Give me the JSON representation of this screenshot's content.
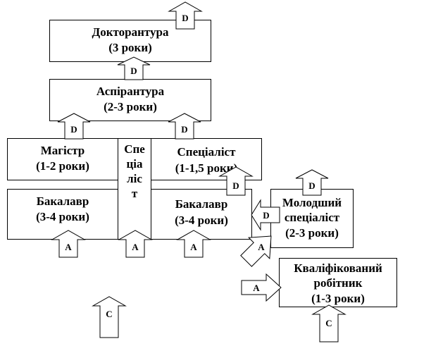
{
  "boxes": {
    "doctorate": {
      "name": "Докторантура",
      "duration": "(3 роки)"
    },
    "postgraduate": {
      "name": "Аспірантура",
      "duration": "(2-3 роки)"
    },
    "master": {
      "name": "Магістр",
      "duration": "(1-2 роки)"
    },
    "specialist_mid": {
      "lines": [
        "Спе",
        "ціа",
        "ліс",
        "т"
      ]
    },
    "specialist": {
      "name": "Спеціаліст",
      "duration": "(1-1,5 роки)"
    },
    "bachelor_left": {
      "name": "Бакалавр",
      "duration": "(3-4 роки)"
    },
    "bachelor_right": {
      "name": "Бакалавр",
      "duration": "(3-4 роки)"
    },
    "junior_specialist": {
      "line1": "Молодший",
      "line2": "спеціаліст",
      "duration": "(2-3 роки)"
    },
    "qualified_worker": {
      "line1": "Кваліфікований",
      "line2": "робітник",
      "duration": "(1-3 роки)"
    }
  },
  "arrow_labels": {
    "top_exit": "D",
    "doctorate_entry": "D",
    "postgraduate_from_master": "D",
    "postgraduate_from_specialist": "D",
    "specialist_exit": "D",
    "junior_exit": "D",
    "junior_to_bachelor": "D",
    "bachelor_left_entry": "A",
    "specialist_mid_entry": "A",
    "bachelor_right_entry": "A",
    "diag_to_junior": "A",
    "to_qualified_worker": "A",
    "bottom_left": "C",
    "qualified_worker_entry": "C"
  }
}
